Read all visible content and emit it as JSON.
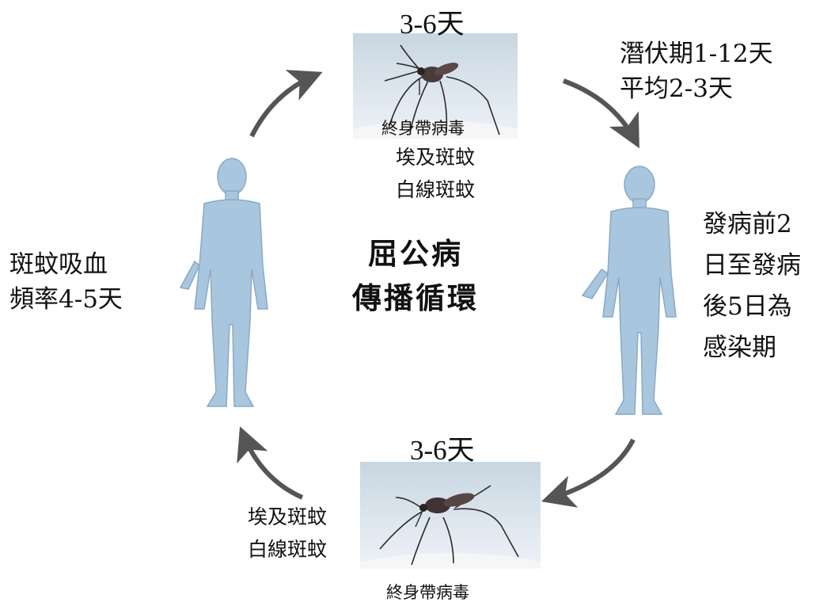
{
  "title": [
    "屈公病",
    "傳播循環"
  ],
  "top": {
    "days": "3-6天",
    "carrier": "終身帶病毒",
    "species": [
      "埃及斑蚊",
      "白線斑蚊"
    ]
  },
  "bottom": {
    "days": "3-6天",
    "carrier": "終身帶病毒",
    "species": [
      "埃及斑蚊",
      "白線斑蚊"
    ]
  },
  "incubation": [
    "潛伏期1-12天",
    "平均2-3天"
  ],
  "infectious_period": [
    "發病前2",
    "日至發病",
    "後5日為",
    "感染期"
  ],
  "bite_frequency": [
    "斑蚊吸血",
    "頻率4-5天"
  ],
  "colors": {
    "figure": "#a9c6df",
    "figure_outline": "#8aa9c4",
    "arrow": "#555555",
    "photo_bg": "#d5e0e9"
  },
  "icons": [
    "human-figure",
    "mosquito",
    "curved-arrow"
  ]
}
